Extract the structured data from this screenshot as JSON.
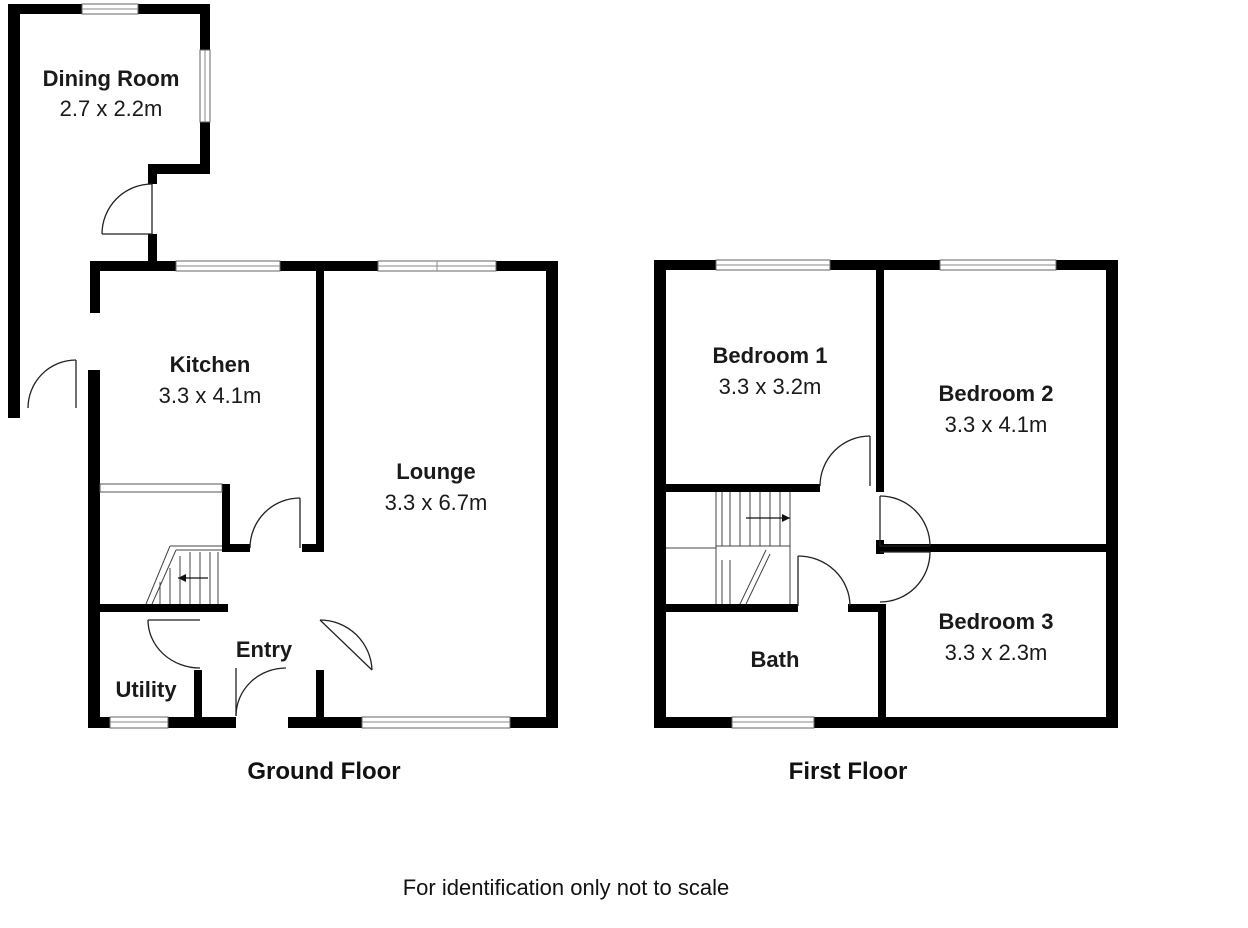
{
  "ground_floor": {
    "title": "Ground Floor",
    "rooms": {
      "dining_room": {
        "name": "Dining Room",
        "dims": "2.7 x 2.2m"
      },
      "kitchen": {
        "name": "Kitchen",
        "dims": "3.3 x 4.1m"
      },
      "lounge": {
        "name": "Lounge",
        "dims": "3.3 x 6.7m"
      },
      "entry": {
        "name": "Entry"
      },
      "utility": {
        "name": "Utility"
      }
    }
  },
  "first_floor": {
    "title": "First Floor",
    "rooms": {
      "bedroom_1": {
        "name": "Bedroom 1",
        "dims": "3.3 x 3.2m"
      },
      "bedroom_2": {
        "name": "Bedroom 2",
        "dims": "3.3 x 4.1m"
      },
      "bedroom_3": {
        "name": "Bedroom 3",
        "dims": "3.3 x 2.3m"
      },
      "bath": {
        "name": "Bath"
      }
    }
  },
  "disclaimer": "For identification only not to scale",
  "colors": {
    "wall": "#000000",
    "background": "#ffffff"
  }
}
